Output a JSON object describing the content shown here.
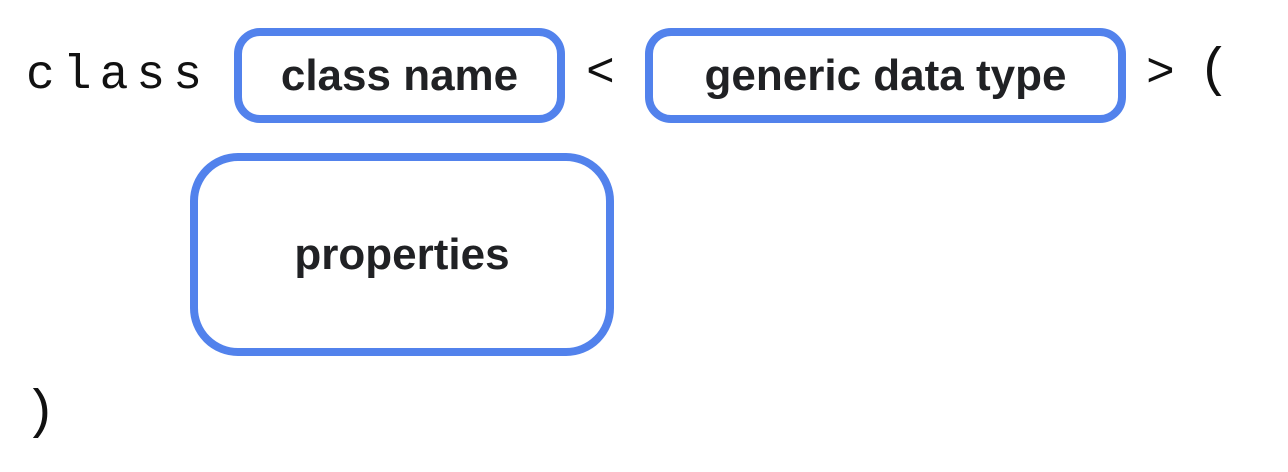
{
  "colors": {
    "box_border": "#5282EC",
    "label_text": "#202124",
    "code_text": "#111111",
    "background": "#FFFFFF"
  },
  "diagram": {
    "keyword": "class",
    "symbols": {
      "less_than": "<",
      "greater_than": ">",
      "open_paren": "(",
      "close_paren": ")"
    },
    "slots": {
      "class_name": "class name",
      "generic_data_type": "generic data type",
      "properties": "properties"
    }
  }
}
